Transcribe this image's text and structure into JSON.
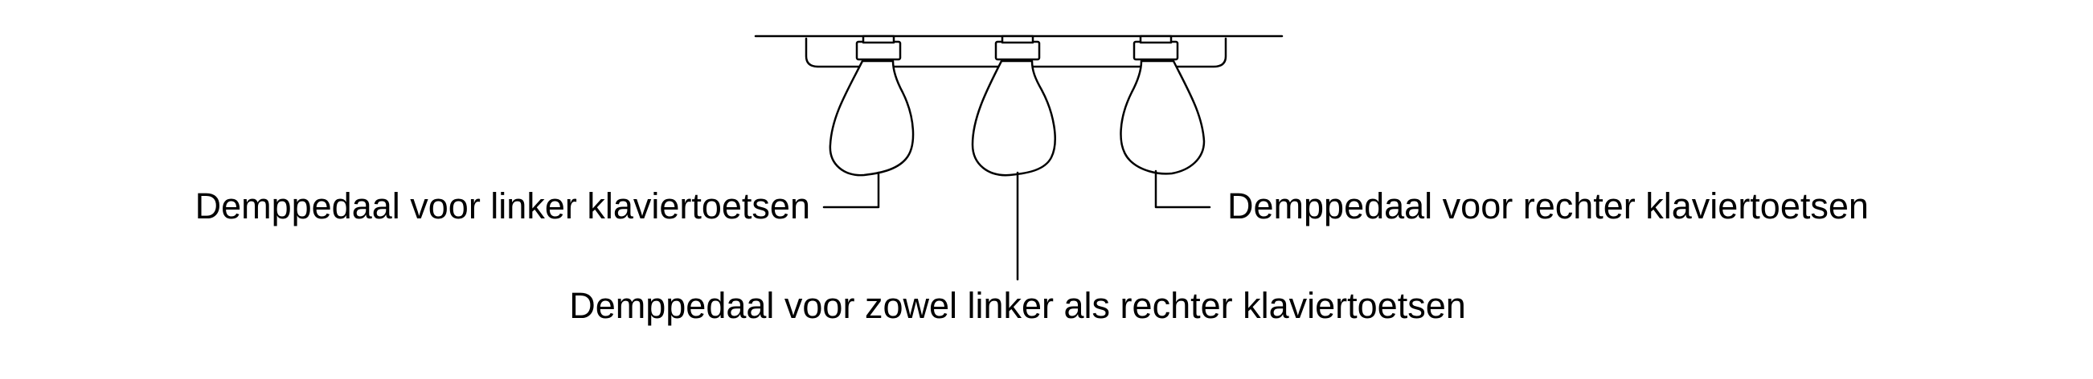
{
  "labels": {
    "left": "Demppedaal voor linker klaviertoetsen",
    "center": "Demppedaal voor zowel linker als rechter klaviertoetsen",
    "right": "Demppedaal voor rechter klaviertoetsen"
  },
  "colors": {
    "line": "#000000",
    "background": "#ffffff"
  }
}
